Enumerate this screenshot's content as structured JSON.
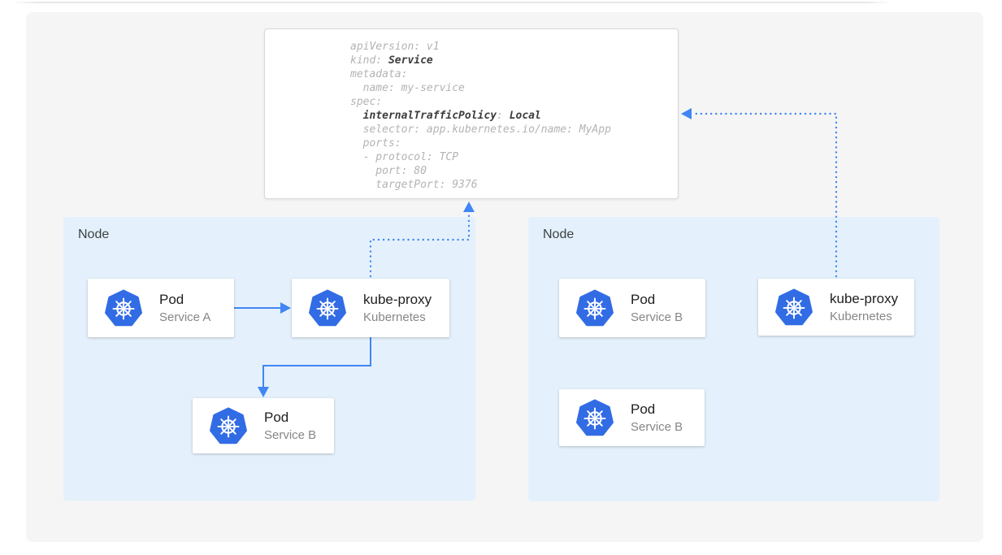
{
  "colors": {
    "accent": "#4285f4",
    "k8s_blue": "#326ce5",
    "node_bg": "#e4f1fc",
    "panel_bg": "#f5f5f5",
    "code_gray": "#b3b3b3",
    "code_bold": "#3d3d3d"
  },
  "code_panel": {
    "language": "yaml",
    "lines": [
      [
        {
          "t": "apiVersion: v1"
        }
      ],
      [
        {
          "t": "kind: "
        },
        {
          "t": "Service",
          "b": true
        }
      ],
      [
        {
          "t": "metadata:"
        }
      ],
      [
        {
          "t": "  name: my-service"
        }
      ],
      [
        {
          "t": "spec:"
        }
      ],
      [
        {
          "t": "  "
        },
        {
          "t": "internalTrafficPolicy",
          "b": true
        },
        {
          "t": ": "
        },
        {
          "t": "Local",
          "b": true
        }
      ],
      [
        {
          "t": "  selector: app.kubernetes.io/name: MyApp"
        }
      ],
      [
        {
          "t": "  ports:"
        }
      ],
      [
        {
          "t": "  - protocol: TCP"
        }
      ],
      [
        {
          "t": "    port: 80"
        }
      ],
      [
        {
          "t": "    targetPort: 9376"
        }
      ]
    ]
  },
  "nodes": [
    {
      "label": "Node",
      "cards": [
        {
          "title": "Pod",
          "subtitle": "Service A",
          "icon": "kubernetes-icon"
        },
        {
          "title": "kube-proxy",
          "subtitle": "Kubernetes",
          "icon": "kubernetes-icon"
        },
        {
          "title": "Pod",
          "subtitle": "Service B",
          "icon": "kubernetes-icon"
        }
      ]
    },
    {
      "label": "Node",
      "cards": [
        {
          "title": "Pod",
          "subtitle": "Service B",
          "icon": "kubernetes-icon"
        },
        {
          "title": "kube-proxy",
          "subtitle": "Kubernetes",
          "icon": "kubernetes-icon"
        },
        {
          "title": "Pod",
          "subtitle": "Service B",
          "icon": "kubernetes-icon"
        }
      ]
    }
  ],
  "arrows": [
    {
      "name": "pod-a-to-kube-proxy",
      "style": "solid"
    },
    {
      "name": "kube-proxy-to-pod-b",
      "style": "solid"
    },
    {
      "name": "left-kube-proxy-to-service-config",
      "style": "dotted"
    },
    {
      "name": "right-kube-proxy-to-service-config",
      "style": "dotted"
    }
  ]
}
